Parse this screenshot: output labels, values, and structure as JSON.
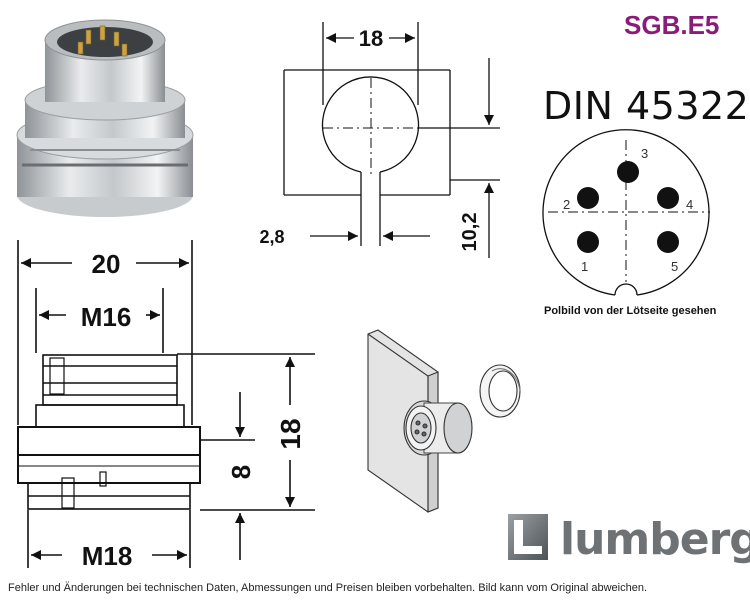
{
  "product_code": "SGB.E5",
  "standard": "DIN 45322",
  "pin_view_caption": "Polbild von der Lötseite gesehen",
  "brand": "lumberg",
  "footer": "Fehler und Änderungen bei technischen Daten, Abmessungen und Preisen bleiben vorbehalten. Bild kann vom Original abweichen.",
  "cutout": {
    "width": "18",
    "flat": "10,2",
    "slot": "2,8"
  },
  "side_view": {
    "flange": "20",
    "thread_top": "M16",
    "thread_bottom": "M18",
    "height": "18",
    "depth": "8"
  },
  "pins": [
    "1",
    "2",
    "3",
    "4",
    "5"
  ],
  "colors": {
    "code": "#8a1b78",
    "brand_gray": "#6f7275",
    "line": "#111111"
  }
}
